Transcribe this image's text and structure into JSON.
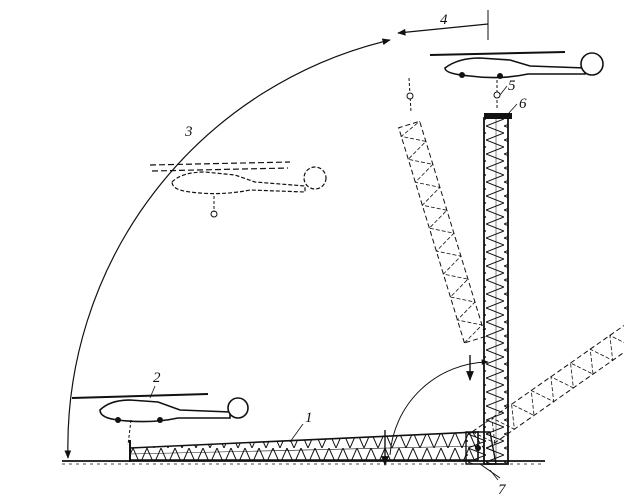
{
  "labels": {
    "mast": "1",
    "helicopter_start": "2",
    "arc_path": "3",
    "final_move": "4",
    "hook": "5",
    "mast_top": "6",
    "hinge": "7"
  },
  "colors": {
    "ink": "#111111",
    "background": "#ffffff"
  }
}
